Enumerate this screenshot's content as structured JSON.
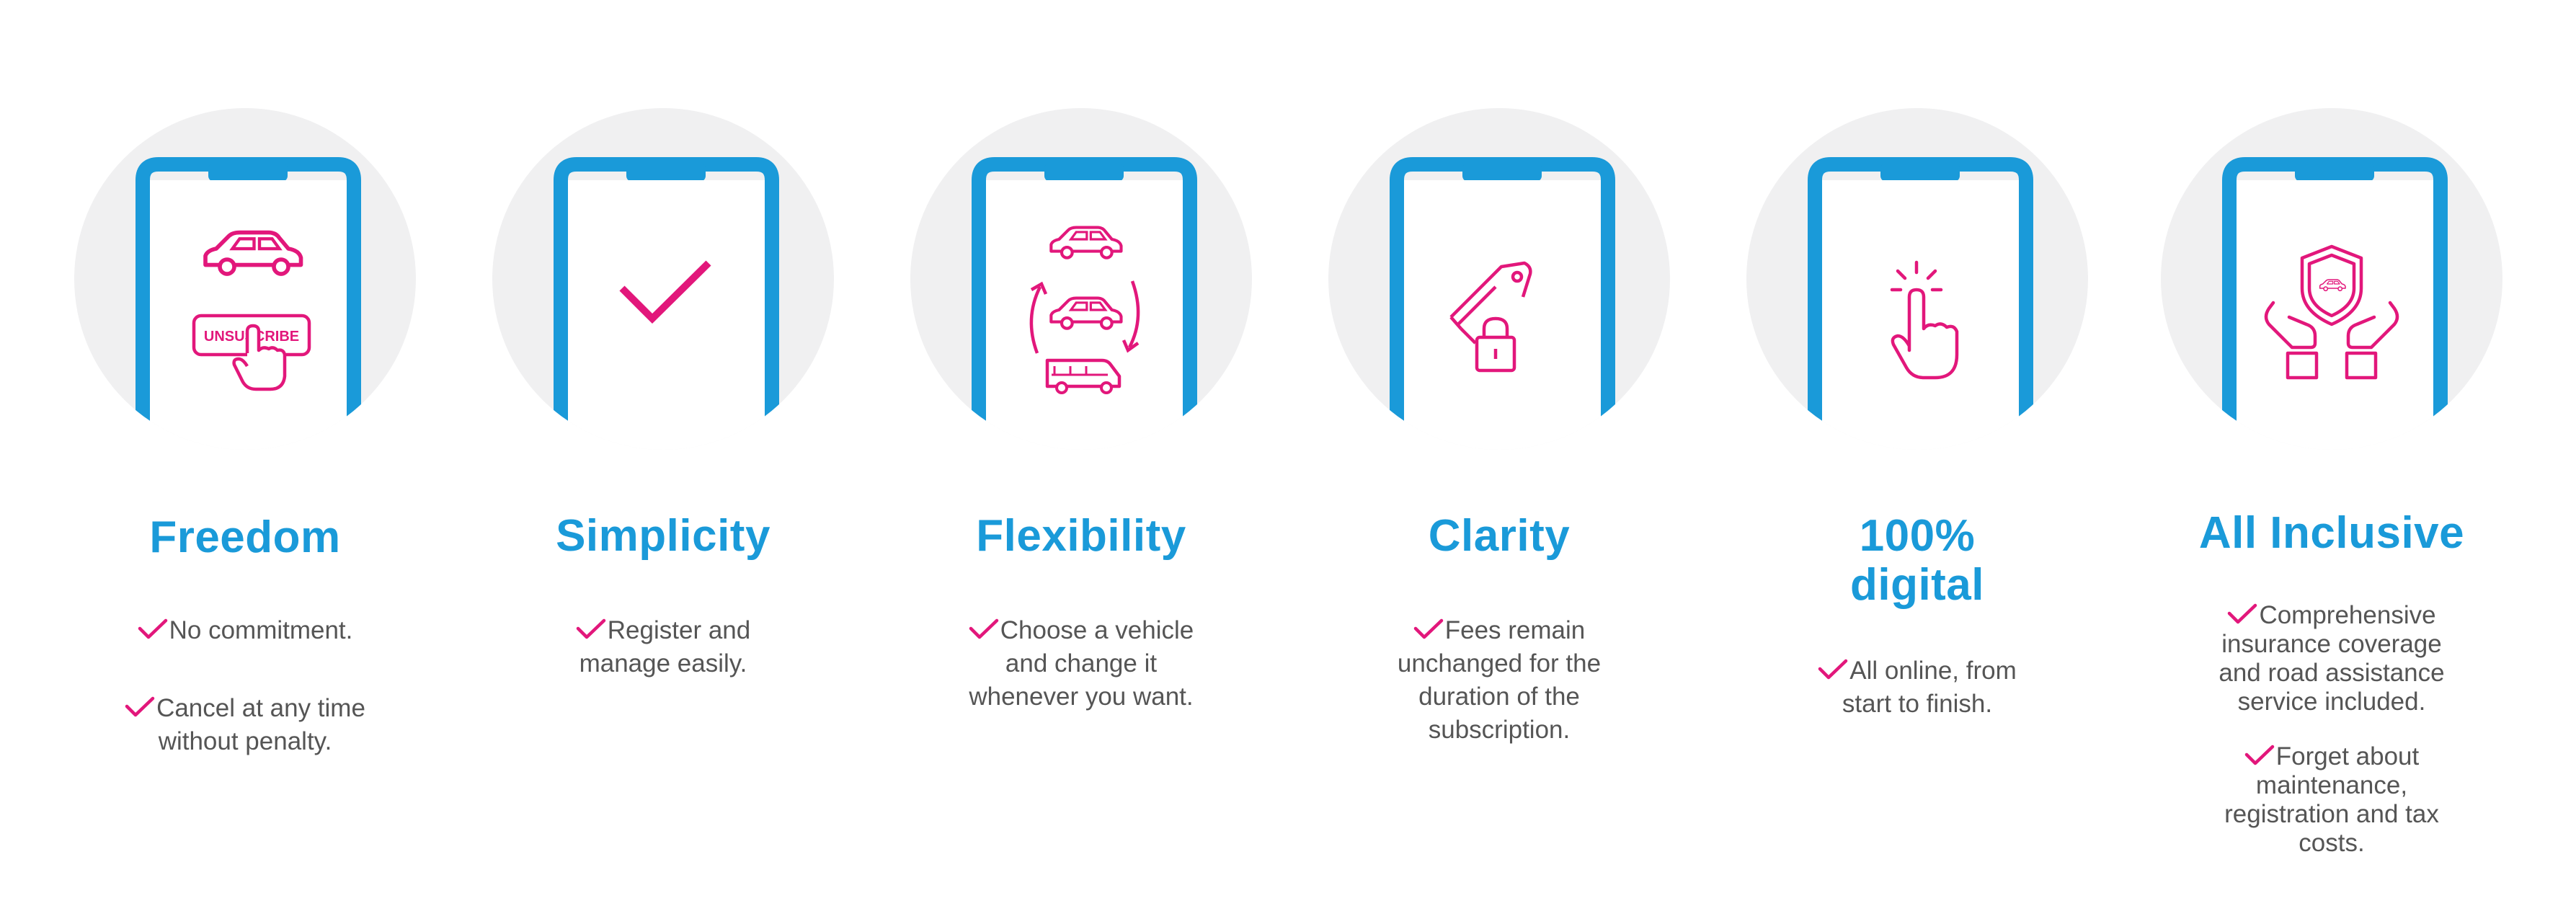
{
  "colors": {
    "title_blue": "#1a9ad9",
    "accent_magenta": "#e2177b",
    "circle_gray": "#f0f0f1",
    "body_text": "#555555"
  },
  "features": [
    {
      "title": "Freedom",
      "icon": "car-unsubscribe-icon",
      "button_label": "UNSUSCRIBE",
      "bullets": [
        "No commitment.",
        "Cancel at any time\nwithout penalty."
      ]
    },
    {
      "title": "Simplicity",
      "icon": "checkmark-icon",
      "bullets": [
        "Register and\nmanage easily."
      ]
    },
    {
      "title": "Flexibility",
      "icon": "vehicle-swap-icon",
      "bullets": [
        "Choose a vehicle\nand change it\nwhenever you want."
      ]
    },
    {
      "title": "Clarity",
      "icon": "price-tag-lock-icon",
      "bullets": [
        "Fees remain\nunchanged for the\nduration of the\nsubscription."
      ]
    },
    {
      "title": "100%\ndigital",
      "icon": "tap-hand-icon",
      "bullets": [
        "All online, from\nstart to finish."
      ]
    },
    {
      "title": "All Inclusive",
      "icon": "insurance-hands-shield-icon",
      "bullets": [
        "Comprehensive\ninsurance coverage\nand road assistance\nservice included.",
        "Forget about\nmaintenance,\nregistration and tax\ncosts."
      ]
    }
  ]
}
